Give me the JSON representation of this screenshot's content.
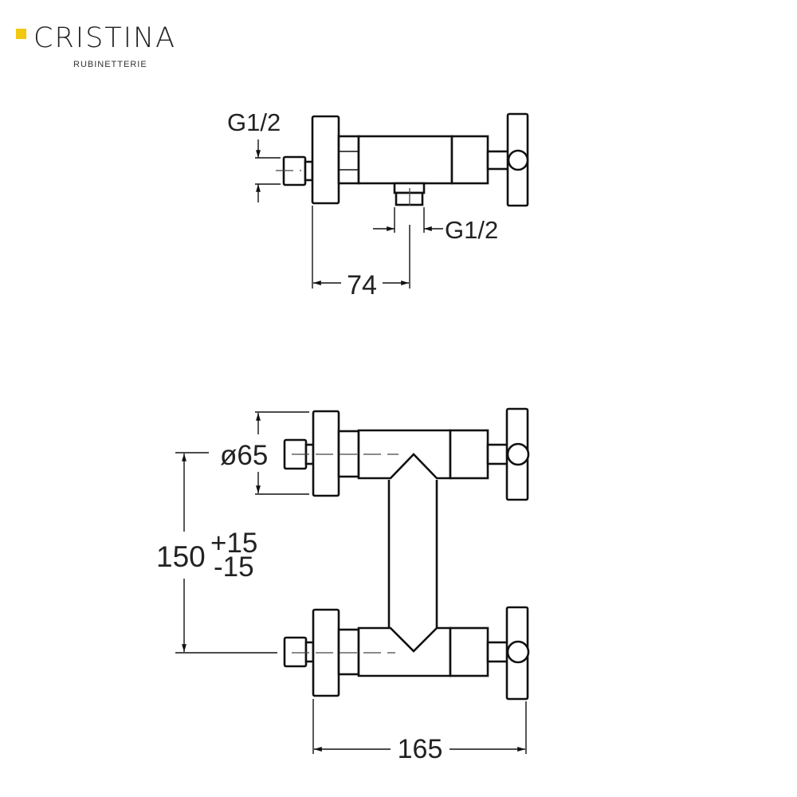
{
  "logo": {
    "brand": "CRISTINA",
    "subtitle": "RUBINETTERIE",
    "accent_color": "#f2c811"
  },
  "side_view": {
    "inlet_thread": "G1/2",
    "outlet_thread": "G1/2",
    "wall_to_outlet": "74"
  },
  "front_view": {
    "flange_diameter": "ø65",
    "center_distance": "150",
    "tolerance_plus": "+15",
    "tolerance_minus": "-15",
    "overall_width": "165"
  }
}
